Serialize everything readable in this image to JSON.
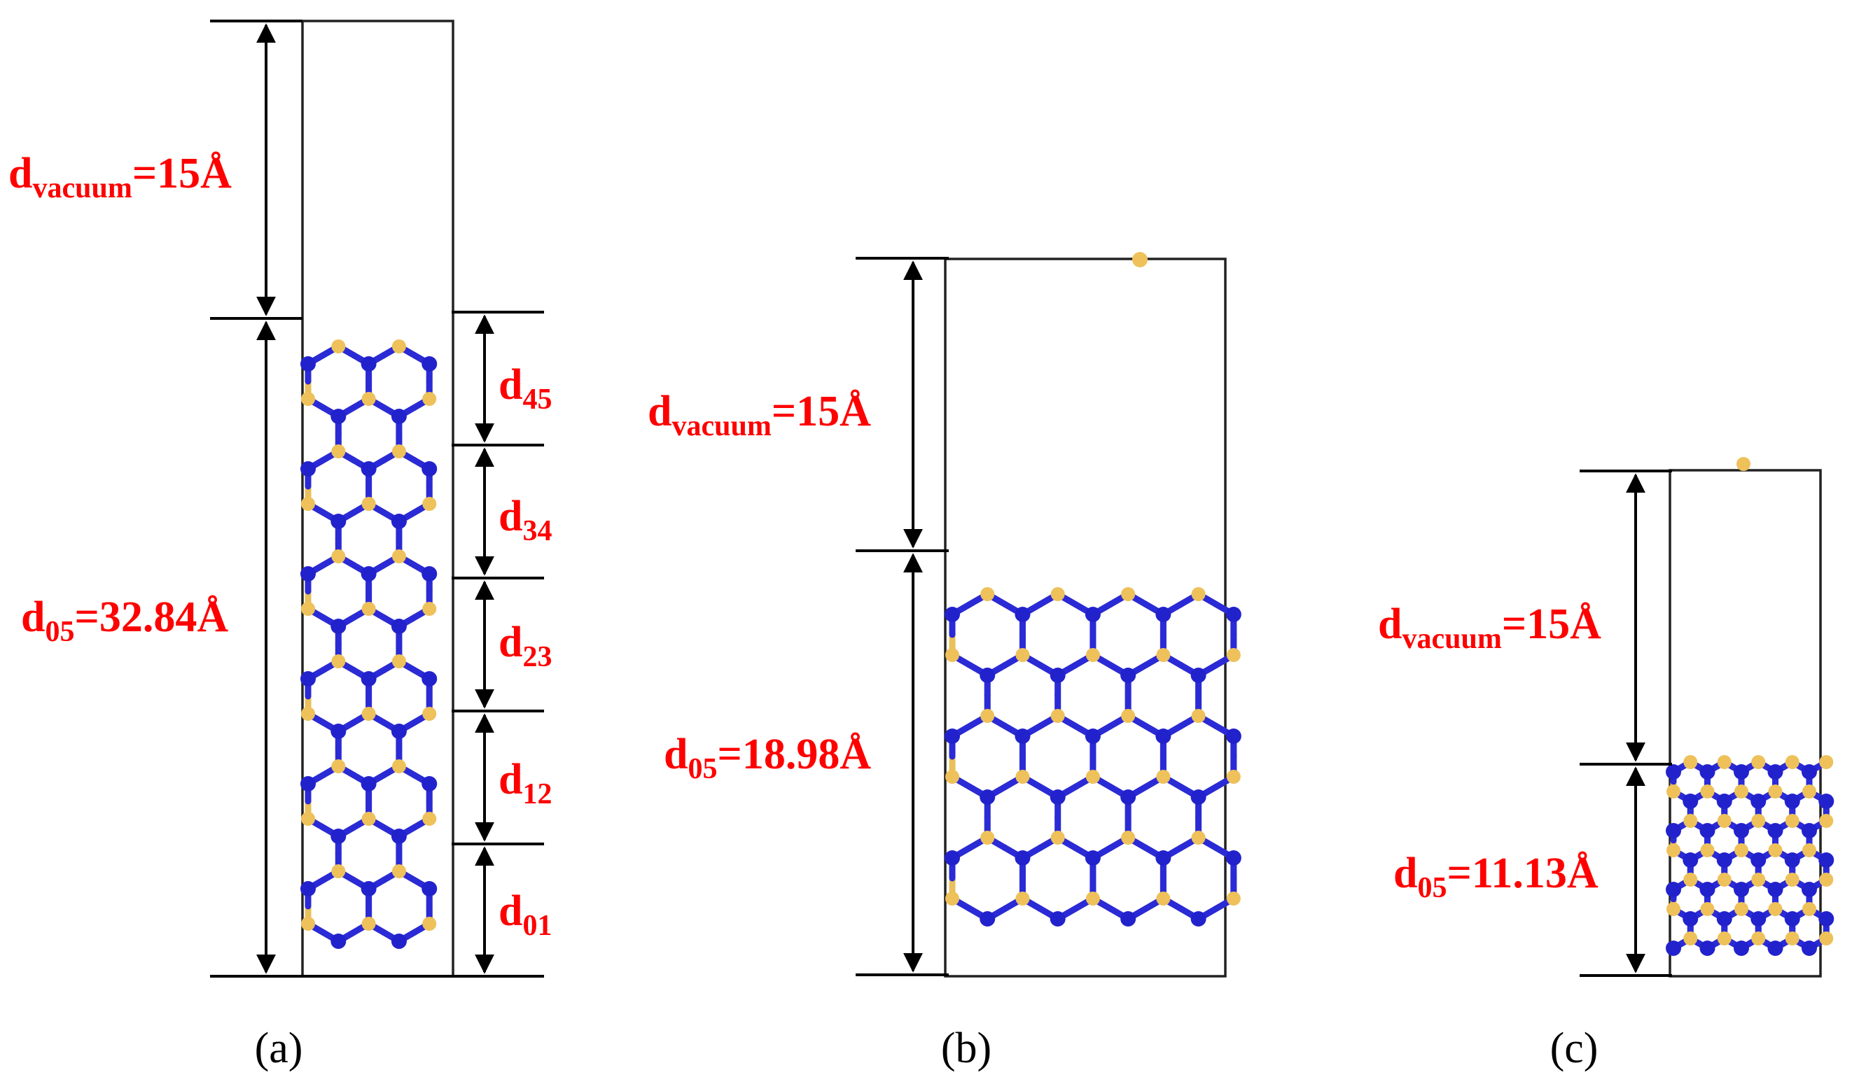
{
  "panels": [
    {
      "id": "a",
      "caption": "(a)",
      "vacuum": {
        "base": "d",
        "sub": "vacuum",
        "value": "=15Å"
      },
      "thickness": {
        "base": "d",
        "sub": "05",
        "value": "=32.84Å"
      },
      "layers": [
        {
          "base": "d",
          "sub": "45"
        },
        {
          "base": "d",
          "sub": "34"
        },
        {
          "base": "d",
          "sub": "23"
        },
        {
          "base": "d",
          "sub": "12"
        },
        {
          "base": "d",
          "sub": "01"
        }
      ]
    },
    {
      "id": "b",
      "caption": "(b)",
      "vacuum": {
        "base": "d",
        "sub": "vacuum",
        "value": "=15Å"
      },
      "thickness": {
        "base": "d",
        "sub": "05",
        "value": "=18.98Å"
      }
    },
    {
      "id": "c",
      "caption": "(c)",
      "vacuum": {
        "base": "d",
        "sub": "vacuum",
        "value": "=15Å"
      },
      "thickness": {
        "base": "d",
        "sub": "05",
        "value": "=11.13Å"
      }
    }
  ],
  "colors": {
    "label": "#ff0000",
    "atom_blue": "#2222cc",
    "atom_yellow": "#eec15a",
    "line": "#000000"
  }
}
